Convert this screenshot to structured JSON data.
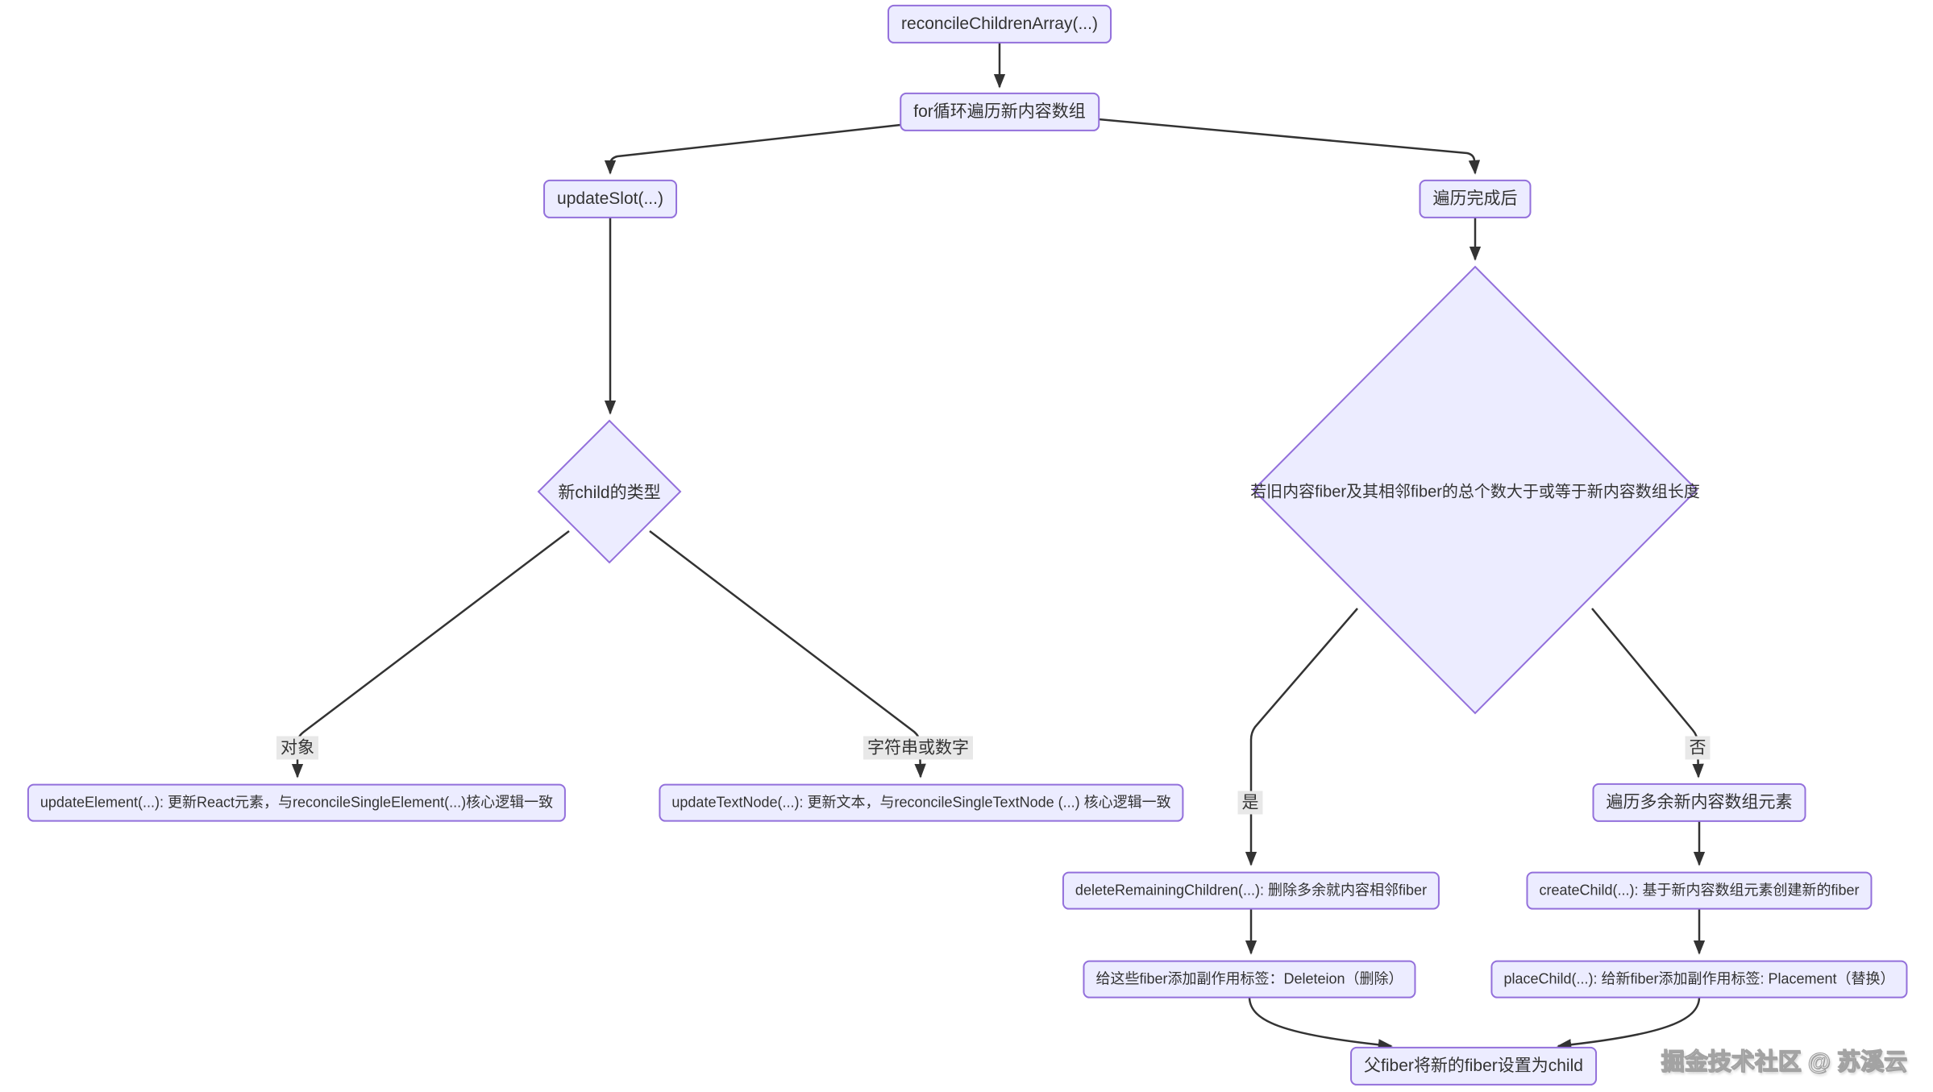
{
  "nodes": {
    "reconcile": "reconcileChildrenArray(...)",
    "for_loop": "for循环遍历新内容数组",
    "update_slot": "updateSlot(...)",
    "after_loop": "遍历完成后",
    "child_type": "新child的类型",
    "old_fiber_condition": "若旧内容fiber及其相邻fiber的总个数大于或等于新内容数组长度",
    "update_element": "updateElement(...): 更新React元素，与reconcileSingleElement(...)核心逻辑一致",
    "update_text_node": "updateTextNode(...): 更新文本，与reconcileSingleTextNode (...) 核心逻辑一致",
    "delete_remaining": "deleteRemainingChildren(...): 删除多余就内容相邻fiber",
    "traverse_extra": "遍历多余新内容数组元素",
    "create_child": "createChild(...): 基于新内容数组元素创建新的fiber",
    "tag_deletion": "给这些fiber添加副作用标签：Deleteion（删除）",
    "place_child": "placeChild(...): 给新fiber添加副作用标签: Placement（替换）",
    "set_child": "父fiber将新的fiber设置为child"
  },
  "edge_labels": {
    "object": "对象",
    "string_or_number": "字符串或数字",
    "yes": "是",
    "no": "否"
  },
  "watermark": "掘金技术社区 @ 苏溪云",
  "colors": {
    "node_fill": "#ECECFF",
    "node_border": "#9370DB",
    "edge": "#333333",
    "label_bg": "#e8e8e8",
    "text": "#333333"
  }
}
